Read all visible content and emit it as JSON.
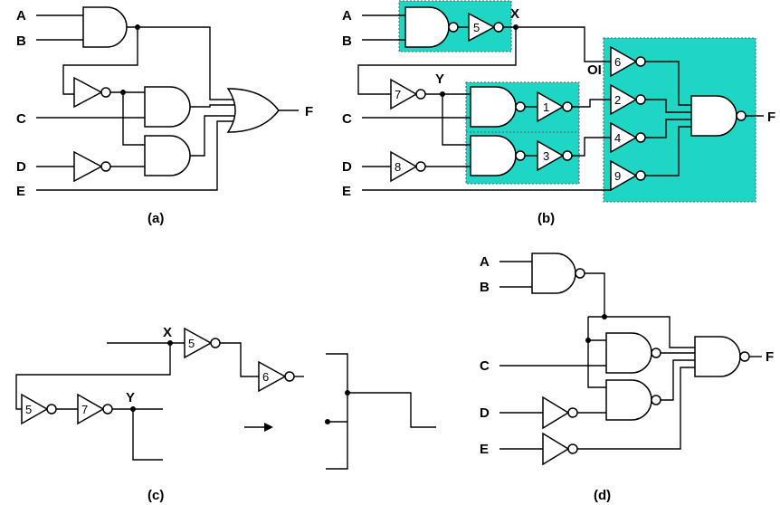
{
  "colors": {
    "highlight": "#1fd6c4",
    "ink": "#000000"
  },
  "panel_a": {
    "caption": "(a)",
    "inputs": {
      "a": "A",
      "b": "B",
      "c": "C",
      "d": "D",
      "e": "E"
    },
    "output": "F"
  },
  "panel_b": {
    "caption": "(b)",
    "inputs": {
      "a": "A",
      "b": "B",
      "c": "C",
      "d": "D",
      "e": "E"
    },
    "output": "F",
    "node_x": "X",
    "node_y": "Y",
    "node_oi": "OI",
    "gate_numbers": {
      "g5": "5",
      "g7": "7",
      "g1": "1",
      "g8": "8",
      "g3": "3",
      "g6": "6",
      "g2": "2",
      "g4": "4",
      "g9": "9"
    }
  },
  "panel_c": {
    "caption": "(c)",
    "node_x": "X",
    "node_y": "Y",
    "gate_numbers": {
      "top5": "5",
      "top6": "6",
      "bot5": "5",
      "bot7": "7"
    }
  },
  "panel_d": {
    "caption": "(d)",
    "inputs": {
      "a": "A",
      "b": "B",
      "c": "C",
      "d": "D",
      "e": "E"
    },
    "output": "F"
  }
}
